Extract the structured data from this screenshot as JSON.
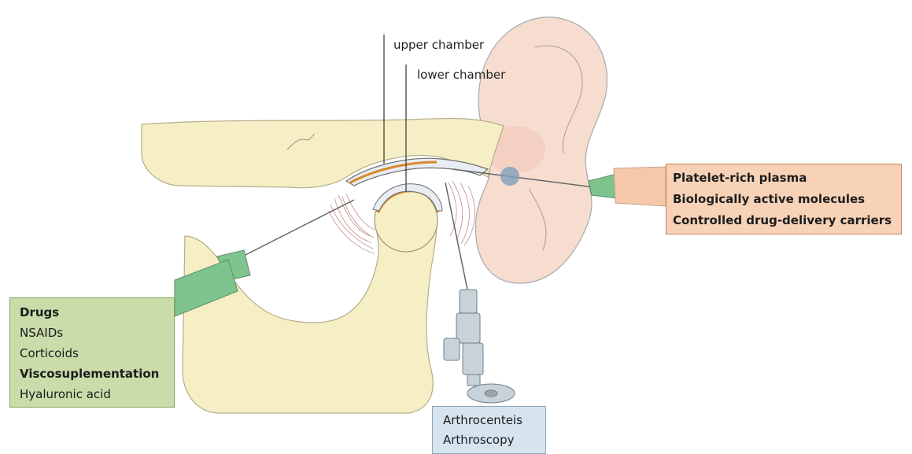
{
  "labels": {
    "upper_chamber": "upper chamber",
    "lower_chamber": "lower chamber"
  },
  "box_right": {
    "lines": [
      "Platelet-rich plasma",
      "Biologically active molecules",
      "Controlled drug-delivery carriers"
    ],
    "color": "#f8d2b7"
  },
  "box_left": {
    "lines": [
      "Drugs",
      "NSAIDs",
      "Corticoids",
      "Viscosuplementation",
      "Hyaluronic acid"
    ],
    "color": "#c9dcaa"
  },
  "box_bottom": {
    "lines": [
      "Arthrocenteis",
      "Arthroscopy"
    ],
    "color": "#d6e4ef"
  },
  "colors": {
    "bone": "#f6efc6",
    "ear": "#f6ddd0",
    "syringe_green": "#7fc48f",
    "syringe_peach": "#f5c8aa",
    "cartilage": "#d98a2b"
  }
}
